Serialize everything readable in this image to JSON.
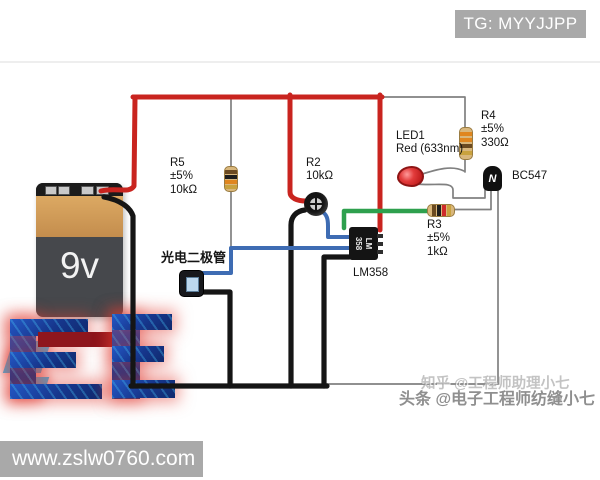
{
  "watermarks": {
    "telegram": "TG: MYYJJPP",
    "website": "www.zslw0760.com",
    "social_line1": "知乎 @工程师助理小七",
    "social_line2": "头条 @电子工程师纺缝小七"
  },
  "battery": {
    "label": "9v"
  },
  "components": {
    "r5": {
      "name": "R5",
      "tolerance": "±5%",
      "value": "10kΩ"
    },
    "r2": {
      "name": "R2",
      "value": "10kΩ"
    },
    "r4": {
      "name": "R4",
      "tolerance": "±5%",
      "value": "330Ω"
    },
    "r3": {
      "name": "R3",
      "tolerance": "±5%",
      "value": "1kΩ"
    },
    "led1": {
      "name": "LED1",
      "desc": "Red (633nm)"
    },
    "transistor": {
      "name": "BC547",
      "marking": "N"
    },
    "opamp": {
      "name": "LM358",
      "chip_line1": "LM",
      "chip_line2": "358"
    },
    "photodiode": {
      "label": "光电二极管"
    }
  },
  "colors": {
    "wire_positive": "#c9241f",
    "wire_ground": "#151515",
    "wire_blue": "#3e6cb3",
    "wire_green": "#2ea04e",
    "wire_lead": "#808080",
    "led_red": "#d42a2a",
    "battery_tan": "#d0995b",
    "watermark_bg": "#a9a9a9"
  }
}
